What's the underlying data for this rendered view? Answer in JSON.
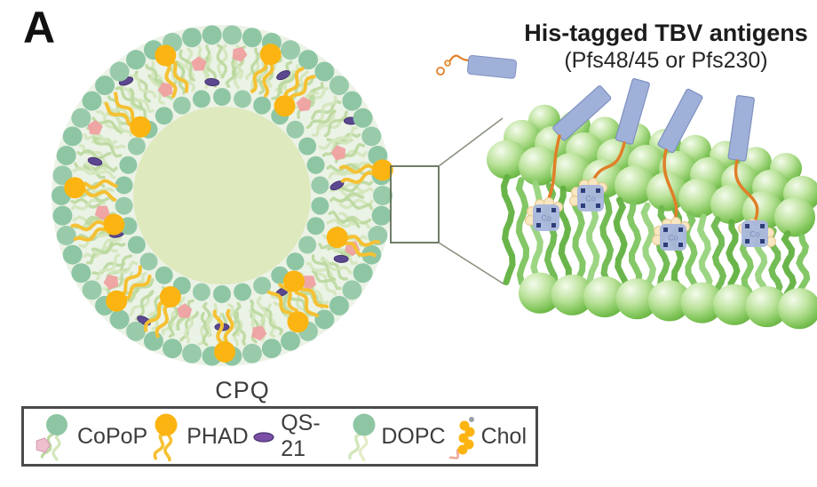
{
  "panel": {
    "label": "A"
  },
  "liposome": {
    "name": "CPQ"
  },
  "antigen_callout": {
    "title": "His-tagged TBV antigens",
    "subtitle": "(Pfs48/45 or Pfs230)"
  },
  "porphyrin": {
    "metal_label": "Co"
  },
  "legend": {
    "items": [
      {
        "id": "copop",
        "label": "CoPoP",
        "icon": "copop-lipid-icon"
      },
      {
        "id": "phad",
        "label": "PHAD",
        "icon": "phad-lipid-icon"
      },
      {
        "id": "qs21",
        "label": "QS-21",
        "icon": "qs21-saponin-icon"
      },
      {
        "id": "dopc",
        "label": "DOPC",
        "icon": "dopc-lipid-icon"
      },
      {
        "id": "chol",
        "label": "Chol",
        "icon": "cholesterol-icon"
      }
    ]
  },
  "colors": {
    "head_green": "#8ec6a4",
    "head_green_alt": "#99cbab",
    "tail_green": "#bcd9a0",
    "tail_green_pale": "#d3e6bc",
    "membrane_bg": "#ebf2e6",
    "core_bg": "#dee9bd",
    "phad_orange": "#fbb411",
    "phad_tail": "#f5c133",
    "copop_pink": "#efa1a1",
    "copop_pink_pale": "#eec0cd",
    "qs21_purple": "#5b4890",
    "qs21_purple_dark": "#473370",
    "antigen_blue": "#9fb1d8",
    "antigen_blue_edge": "#7f90c0",
    "linker_orange": "#e07f28",
    "histidine_cream": "#f8e7c0",
    "histidine_edge": "#e6c890",
    "porphyrin_blue": "#a9b7dc",
    "porphyrin_corner": "#2e3e78",
    "porphyrin_text": "#7f8dbd",
    "sphere_dark": "#66af41",
    "sphere_mid": "#8cca68",
    "sphere_light": "#f0faE6",
    "connector_gray": "#8a9381",
    "zoom_rect": "#5f6f57",
    "legend_border": "#4a4a4a",
    "text_dark": "#3d3d3d"
  },
  "counts": {
    "outer_heads": 50,
    "inner_heads": 30,
    "phad": 13,
    "copop": 12,
    "qs21": 11,
    "bilayer_antigens": 4,
    "bilayer_porphyrins": 4
  }
}
